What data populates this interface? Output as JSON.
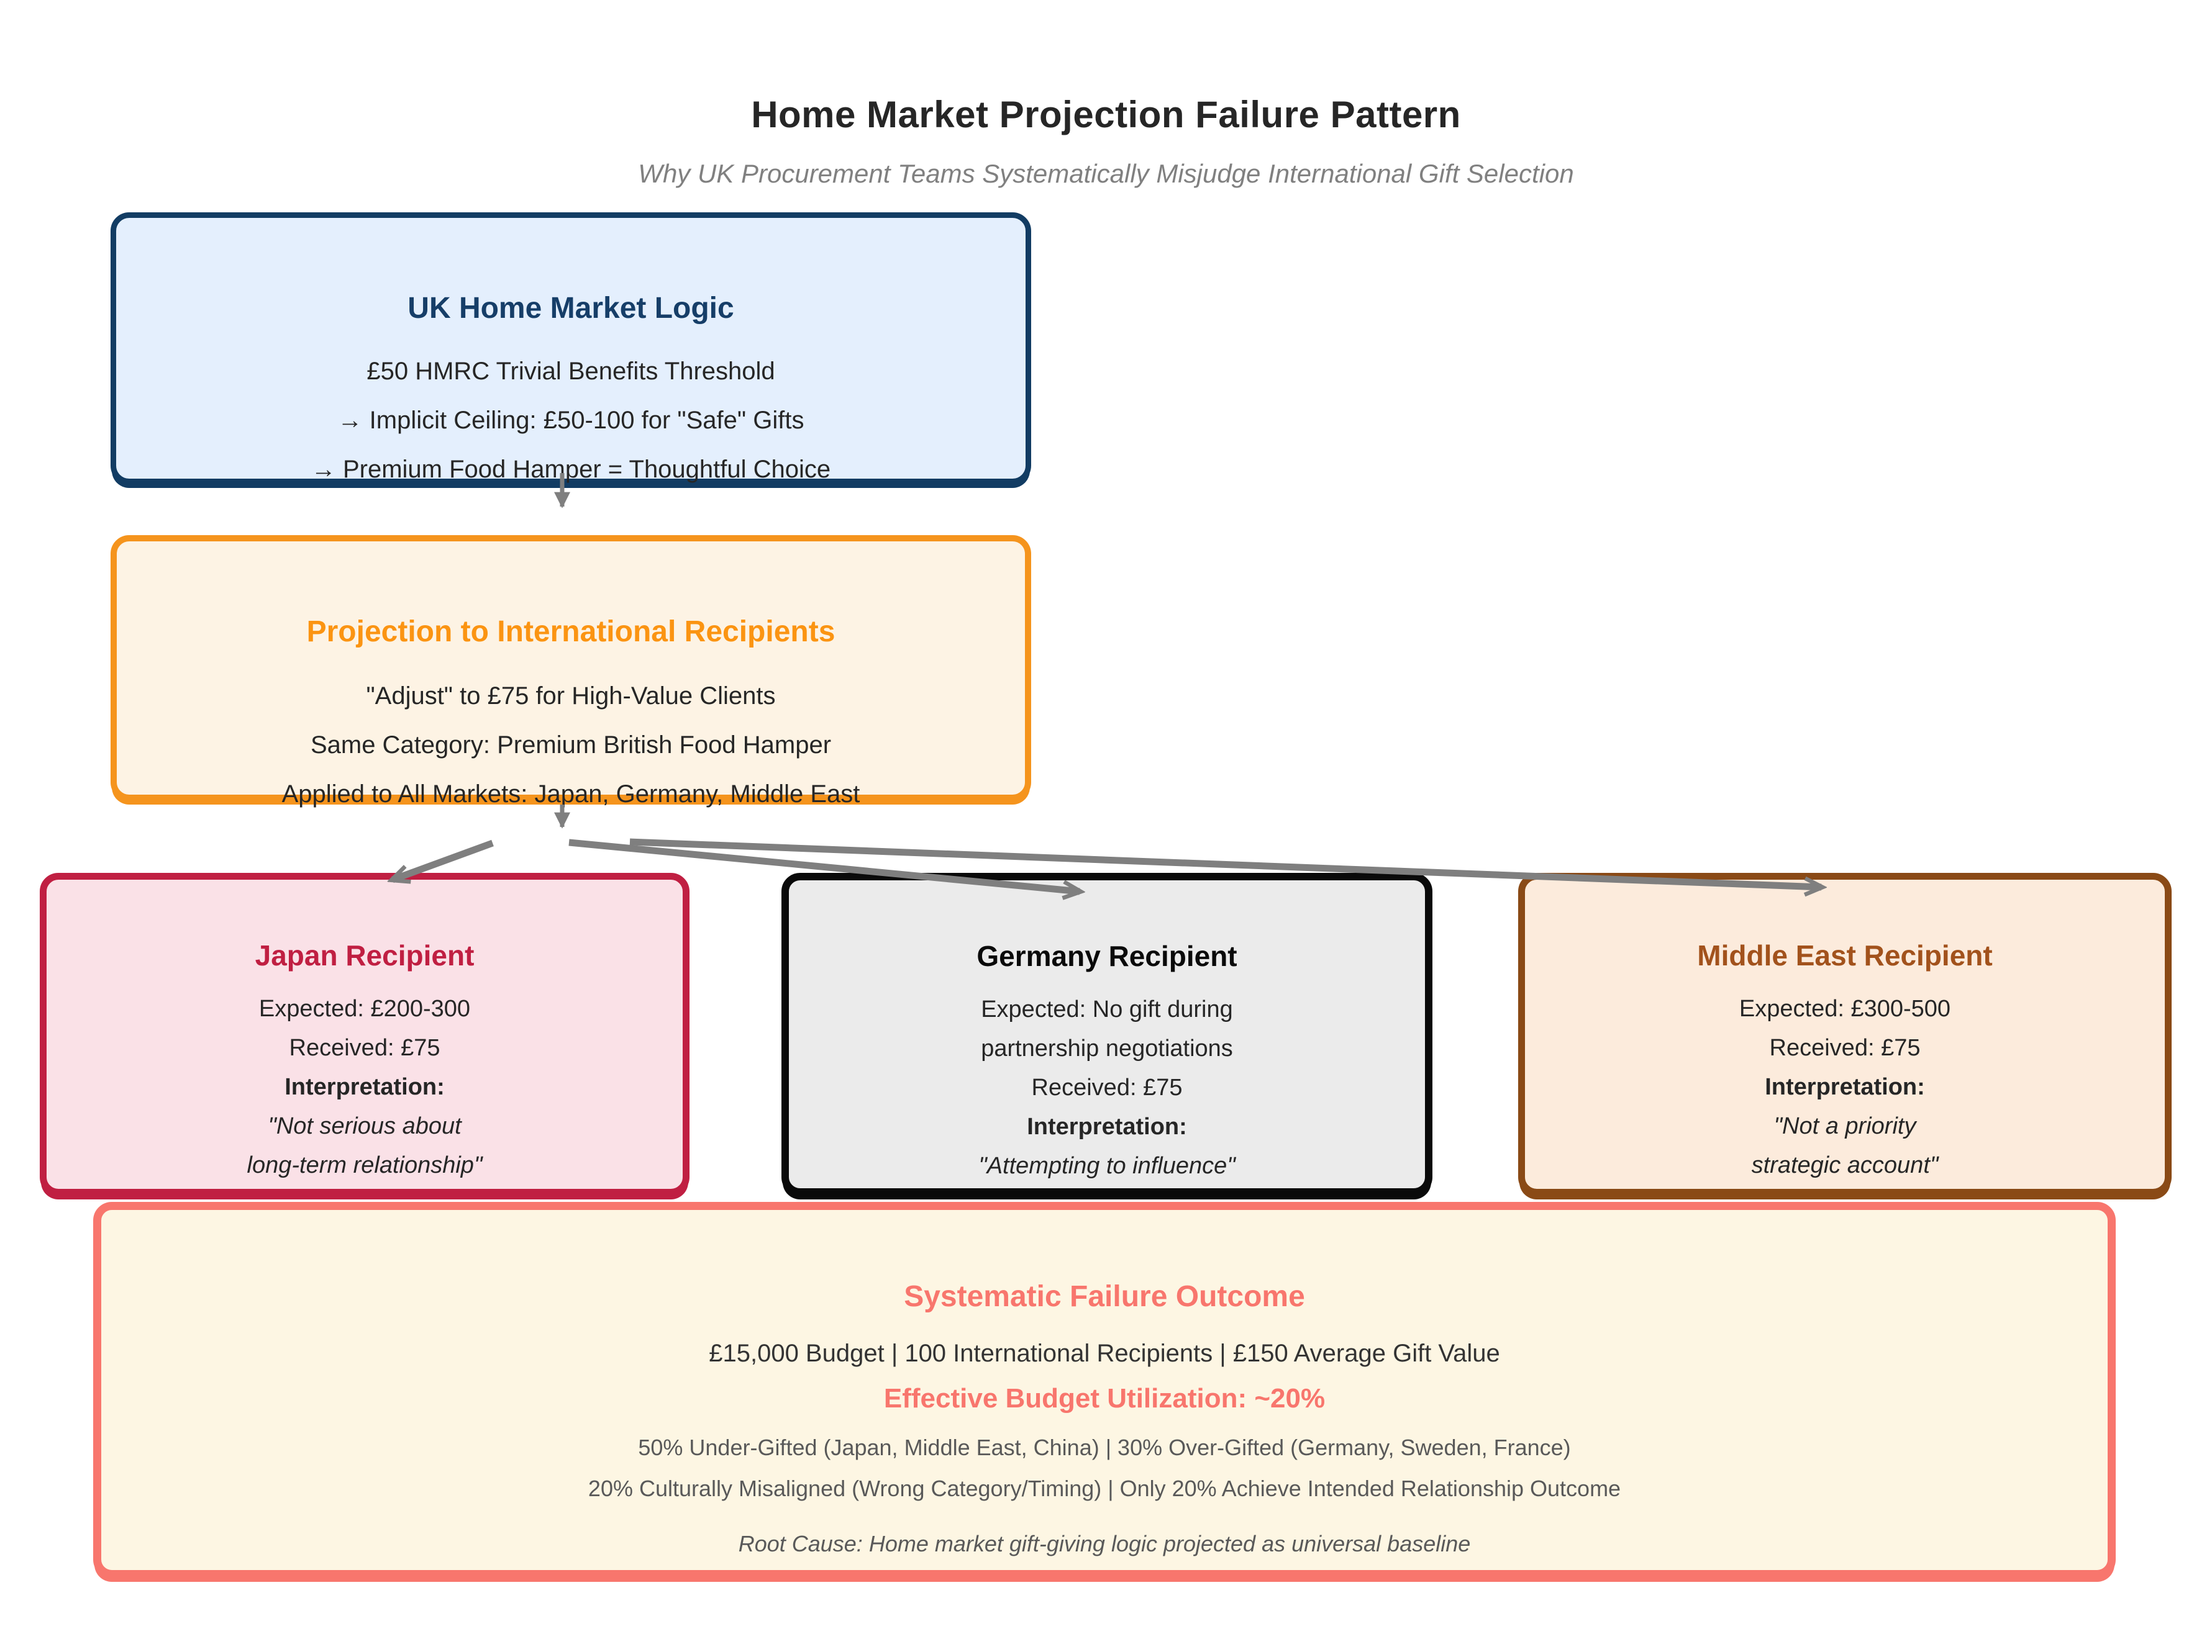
{
  "header": {
    "title": "Home Market Projection Failure Pattern",
    "subtitle": "Why UK Procurement Teams Systematically Misjudge International Gift Selection"
  },
  "colors": {
    "arrow": "#7f7f7f",
    "page_title": "#262626",
    "subtitle": "#808080"
  },
  "boxes": {
    "uk": {
      "title": "UK Home Market Logic",
      "title_color": "#163e68",
      "bg": "#e4effd",
      "border": "#123c63",
      "lines": [
        {
          "t": "£50 HMRC Trivial Benefits Threshold"
        },
        {
          "t": "→ Implicit Ceiling: £50-100 for \"Safe\" Gifts"
        },
        {
          "t": "→ Premium Food Hamper = Thoughtful Choice"
        }
      ]
    },
    "projection": {
      "title": "Projection to International Recipients",
      "title_color": "#fb9412",
      "bg": "#fdf3e4",
      "border": "#f5941d",
      "lines": [
        {
          "t": "\"Adjust\" to £75 for High-Value Clients"
        },
        {
          "t": "Same Category: Premium British Food Hamper"
        },
        {
          "t": "Applied to All Markets: Japan, Germany, Middle East"
        }
      ]
    },
    "japan": {
      "title": "Japan Recipient",
      "title_color": "#c01f42",
      "bg": "#fae1e7",
      "border": "#c01f42",
      "lines": [
        {
          "t": "Expected: £200-300"
        },
        {
          "t": "Received: £75"
        },
        {
          "t": "Interpretation:",
          "b": true
        },
        {
          "t": "\"Not serious about",
          "i": true
        },
        {
          "t": "long-term relationship\"",
          "i": true
        }
      ]
    },
    "germany": {
      "title": "Germany Recipient",
      "title_color": "#0a0a0a",
      "bg": "#ebebeb",
      "border": "#0a0a0a",
      "lines": [
        {
          "t": "Expected: No gift during"
        },
        {
          "t": "partnership negotiations"
        },
        {
          "t": "Received: £75"
        },
        {
          "t": "Interpretation:",
          "b": true
        },
        {
          "t": "\"Attempting to influence\"",
          "i": true
        }
      ]
    },
    "middle_east": {
      "title": "Middle East Recipient",
      "title_color": "#a2521c",
      "bg": "#fcebdc",
      "border": "#8a4a16",
      "lines": [
        {
          "t": "Expected: £300-500"
        },
        {
          "t": "Received: £75"
        },
        {
          "t": "Interpretation:",
          "b": true
        },
        {
          "t": "\"Not a priority",
          "i": true
        },
        {
          "t": "strategic account\"",
          "i": true
        }
      ]
    }
  },
  "outcome": {
    "title": "Systematic Failure Outcome",
    "title_color": "#f8766d",
    "bg": "#fdf6e3",
    "border": "#f8766d",
    "stats_line": "£15,000 Budget | 100 International Recipients | £150 Average Gift Value",
    "utilization_line": "Effective Budget Utilization: ~20%",
    "utilization_color": "#f8766d",
    "breakdown_line_1": "50% Under-Gifted (Japan, Middle East, China) | 30% Over-Gifted (Germany, Sweden, France)",
    "breakdown_line_2": "20% Culturally Misaligned (Wrong Category/Timing) | Only 20% Achieve Intended Relationship Outcome",
    "root_cause": "Root Cause: Home market gift-giving logic projected as universal baseline"
  }
}
